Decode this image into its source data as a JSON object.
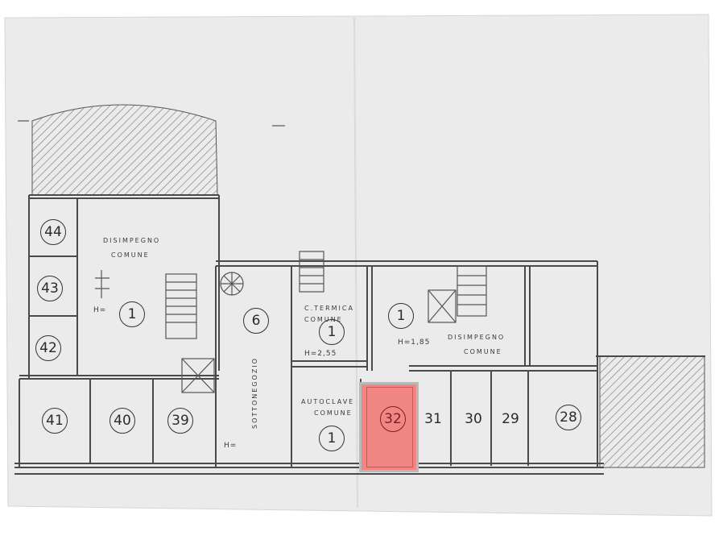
{
  "units": {
    "u44": "44",
    "u43": "43",
    "u42": "42",
    "u41": "41",
    "u40": "40",
    "u39": "39",
    "u6": "6",
    "u1a": "1",
    "u1b": "1",
    "u1c": "1",
    "u1d": "1",
    "u32": "32",
    "u31": "31",
    "u30": "30",
    "u29": "29",
    "u28": "28"
  },
  "labels": {
    "disimpegno_left": "DISIMPEGNO",
    "comune_left": "COMUNE",
    "h_left": "H=",
    "c_termica": "C.TERMICA",
    "comune_ct": "COMUNE",
    "h_255": "H=2,55",
    "h_185": "H=1,85",
    "disimpegno_right": "DISIMPEGNO",
    "comune_right": "COMUNE",
    "sottonegozio": "SOTTONEGOZIO",
    "h_bottom": "H=",
    "autoclave": "AUTOCLAVE",
    "comune_auto": "COMUNE"
  },
  "colors": {
    "highlight": "#f08784",
    "line": "#4a4a4a",
    "paper": "#ececec"
  }
}
